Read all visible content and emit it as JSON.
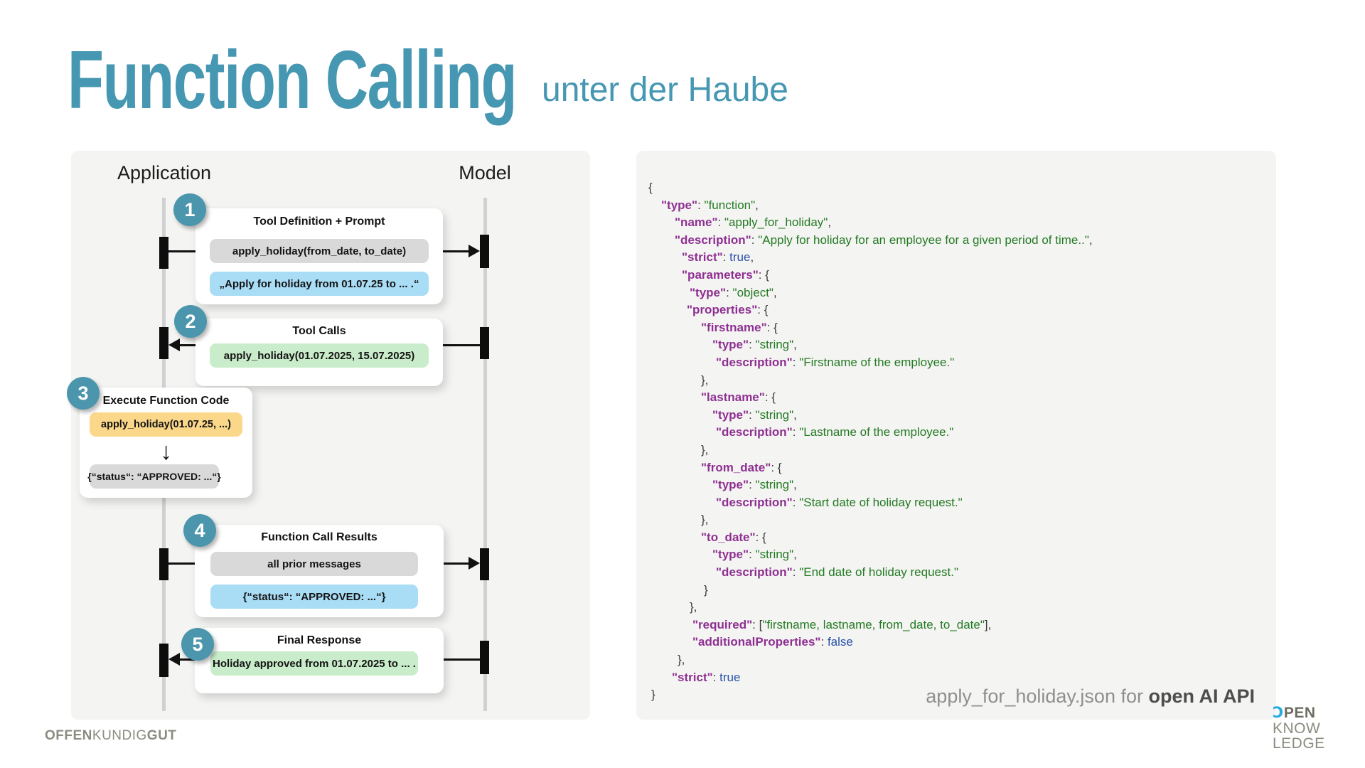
{
  "slide": {
    "title": "Function Calling",
    "subtitle": "unter der Haube"
  },
  "diagram": {
    "left_header": "Application",
    "right_header": "Model",
    "steps": [
      {
        "num": "1",
        "title": "Tool Definition + Prompt",
        "boxes": [
          {
            "text": "apply_holiday(from_date, to_date)"
          },
          {
            "text": "„Apply for holiday from 01.07.25 to ... .“"
          }
        ]
      },
      {
        "num": "2",
        "title": "Tool Calls",
        "boxes": [
          {
            "text": "apply_holiday(01.07.2025, 15.07.2025)"
          }
        ]
      },
      {
        "num": "3",
        "title": "Execute Function Code",
        "down_arrow": "↓",
        "boxes": [
          {
            "text": "apply_holiday(01.07.25, ...)"
          },
          {
            "text": "{“status“: “APPROVED: ...“}"
          }
        ]
      },
      {
        "num": "4",
        "title": "Function Call Results",
        "boxes": [
          {
            "text": "all prior messages"
          },
          {
            "text": "{“status“: “APPROVED: ...“}"
          }
        ]
      },
      {
        "num": "5",
        "title": "Final Response",
        "boxes": [
          {
            "text": "Holiday approved from 01.07.2025 to ... ."
          }
        ]
      }
    ]
  },
  "code_panel": {
    "caption_file": "apply_for_holiday.json for ",
    "caption_bold": "open AI API",
    "lines": [
      {
        "ind": 0,
        "seg": [
          [
            "p",
            "{"
          ]
        ]
      },
      {
        "ind": 18,
        "seg": [
          [
            "k",
            "\"type\""
          ],
          [
            "p",
            ": "
          ],
          [
            "s",
            "\"function\""
          ],
          [
            "p",
            ","
          ]
        ]
      },
      {
        "ind": 37,
        "seg": [
          [
            "k",
            "\"name\""
          ],
          [
            "p",
            ": "
          ],
          [
            "s",
            "\"apply_for_holiday\""
          ],
          [
            "p",
            ","
          ]
        ]
      },
      {
        "ind": 37,
        "seg": [
          [
            "k",
            "\"description\""
          ],
          [
            "p",
            ": "
          ],
          [
            "s",
            "\"Apply for holiday for an employee for a given period of time..\""
          ],
          [
            "p",
            ","
          ]
        ]
      },
      {
        "ind": 47,
        "seg": [
          [
            "k",
            "\"strict\""
          ],
          [
            "p",
            ": "
          ],
          [
            "b",
            "true"
          ],
          [
            "p",
            ","
          ]
        ]
      },
      {
        "ind": 47,
        "seg": [
          [
            "k",
            "\"parameters\""
          ],
          [
            "p",
            ": {"
          ]
        ]
      },
      {
        "ind": 58,
        "seg": [
          [
            "k",
            "\"type\""
          ],
          [
            "p",
            ": "
          ],
          [
            "s",
            "\"object\""
          ],
          [
            "p",
            ","
          ]
        ]
      },
      {
        "ind": 54,
        "seg": [
          [
            "k",
            "\"properties\""
          ],
          [
            "p",
            ": {"
          ]
        ]
      },
      {
        "ind": 74,
        "seg": [
          [
            "k",
            "\"firstname\""
          ],
          [
            "p",
            ": {"
          ]
        ]
      },
      {
        "ind": 90,
        "seg": [
          [
            "k",
            "\"type\""
          ],
          [
            "p",
            ": "
          ],
          [
            "s",
            "\"string\""
          ],
          [
            "p",
            ","
          ]
        ]
      },
      {
        "ind": 95,
        "seg": [
          [
            "k",
            "\"description\""
          ],
          [
            "p",
            ": "
          ],
          [
            "s",
            "\"Firstname of the employee.\""
          ]
        ]
      },
      {
        "ind": 74,
        "seg": [
          [
            "p",
            "},"
          ]
        ]
      },
      {
        "ind": 74,
        "seg": [
          [
            "k",
            "\"lastname\""
          ],
          [
            "p",
            ": {"
          ]
        ]
      },
      {
        "ind": 90,
        "seg": [
          [
            "k",
            "\"type\""
          ],
          [
            "p",
            ": "
          ],
          [
            "s",
            "\"string\""
          ],
          [
            "p",
            ","
          ]
        ]
      },
      {
        "ind": 95,
        "seg": [
          [
            "k",
            "\"description\""
          ],
          [
            "p",
            ": "
          ],
          [
            "s",
            "\"Lastname of the employee.\""
          ]
        ]
      },
      {
        "ind": 74,
        "seg": [
          [
            "p",
            "},"
          ]
        ]
      },
      {
        "ind": 74,
        "seg": [
          [
            "k",
            "\"from_date\""
          ],
          [
            "p",
            ": {"
          ]
        ]
      },
      {
        "ind": 90,
        "seg": [
          [
            "k",
            "\"type\""
          ],
          [
            "p",
            ": "
          ],
          [
            "s",
            "\"string\""
          ],
          [
            "p",
            ","
          ]
        ]
      },
      {
        "ind": 95,
        "seg": [
          [
            "k",
            "\"description\""
          ],
          [
            "p",
            ": "
          ],
          [
            "s",
            "\"Start date of holiday request.\""
          ]
        ]
      },
      {
        "ind": 74,
        "seg": [
          [
            "p",
            "},"
          ]
        ]
      },
      {
        "ind": 74,
        "seg": [
          [
            "k",
            "\"to_date\""
          ],
          [
            "p",
            ": {"
          ]
        ]
      },
      {
        "ind": 90,
        "seg": [
          [
            "k",
            "\"type\""
          ],
          [
            "p",
            ": "
          ],
          [
            "s",
            "\"string\""
          ],
          [
            "p",
            ","
          ]
        ]
      },
      {
        "ind": 95,
        "seg": [
          [
            "k",
            "\"description\""
          ],
          [
            "p",
            ": "
          ],
          [
            "s",
            "\"End date of holiday request.\""
          ]
        ]
      },
      {
        "ind": 78,
        "seg": [
          [
            "p",
            "}"
          ]
        ]
      },
      {
        "ind": 58,
        "seg": [
          [
            "p",
            "},"
          ]
        ]
      },
      {
        "ind": 62,
        "seg": [
          [
            "k",
            "\"required\""
          ],
          [
            "p",
            ": ["
          ],
          [
            "s",
            "\"firstname, lastname, from_date, to_date\""
          ],
          [
            "p",
            "],"
          ]
        ]
      },
      {
        "ind": 62,
        "seg": [
          [
            "k",
            "\"additionalProperties\""
          ],
          [
            "p",
            ": "
          ],
          [
            "b",
            "false"
          ]
        ]
      },
      {
        "ind": 41,
        "seg": [
          [
            "p",
            "},"
          ]
        ]
      },
      {
        "ind": 33,
        "seg": [
          [
            "k",
            "\"strict\""
          ],
          [
            "p",
            ": "
          ],
          [
            "b",
            "true"
          ]
        ]
      },
      {
        "ind": 4,
        "seg": [
          [
            "p",
            "}"
          ]
        ]
      }
    ]
  },
  "footer": {
    "left_logo": {
      "part1": "OFFEN",
      "part2": "KUNDIG",
      "part3": "GUT"
    },
    "right_logo": {
      "o": "Ɔ",
      "pen": "PEN",
      "line2": "KNOW",
      "line3": "LEDGE"
    }
  },
  "colors": {
    "accent-teal": "#4697B2",
    "badge-teal": "#4C96AD",
    "panel-bg": "#F4F4F2",
    "pill-gray": "#D9D9D9",
    "pill-blue": "#A9DCF5",
    "pill-green": "#C9ECCA",
    "pill-yellow": "#FBD78A",
    "code-key": "#8E2F92",
    "code-string": "#237A23",
    "code-bool": "#2850A8",
    "code-punct": "#3A3A3A",
    "logo-blue": "#29ABE2",
    "logo-gray": "#8B8B80"
  }
}
